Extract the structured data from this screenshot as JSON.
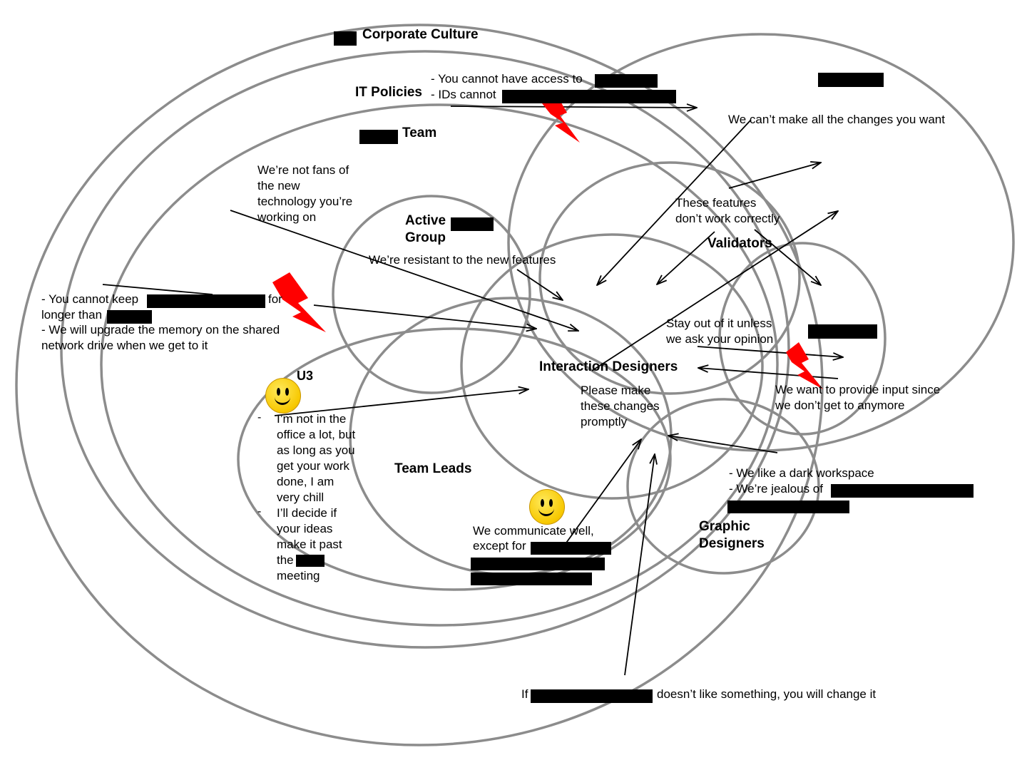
{
  "diagram": {
    "labels": {
      "corporate_culture": "Corporate Culture",
      "it_policies": "IT Policies",
      "team": "Team",
      "active_group_line1": "Active",
      "active_group_line2": "Group",
      "validators": "Validators",
      "interaction_designers": "Interaction Designers",
      "team_leads": "Team Leads",
      "graphic_designers_line1": "Graphic",
      "graphic_designers_line2": "Designers",
      "u3": "U3"
    },
    "notes": {
      "it_access": "- You cannot have access to",
      "it_ids": "- IDs cannot",
      "cant_make_changes": "We can’t make all the changes you want",
      "not_fans": [
        "We’re not fans of",
        "the new",
        "technology you’re",
        "working on"
      ],
      "features_wrong": [
        "These features",
        "don’t work correctly"
      ],
      "resistant": "We’re resistant to the new features",
      "cannot_keep_a": "- You cannot keep",
      "cannot_keep_b": "for",
      "longer_than": "longer than",
      "upgrade_memory_1": "- We will upgrade the memory on the shared",
      "upgrade_memory_2": "network drive when we get to it",
      "stay_out": [
        "Stay out of it unless",
        "we ask your opinion"
      ],
      "provide_input": [
        "We want to provide input since",
        "we don’t get to anymore"
      ],
      "please_make": [
        "Please make",
        "these changes",
        "promptly"
      ],
      "u3_items": [
        [
          "I’m not in the",
          "office a lot, but",
          "as long as you",
          "get your work",
          "done, I am",
          "very chill"
        ],
        [
          " I’ll decide if",
          "your ideas",
          "make it past",
          "the",
          "meeting"
        ]
      ],
      "dark_workspace": "- We like a dark workspace",
      "jealous": "- We’re jealous of",
      "communicate": [
        "We communicate well,",
        "except for"
      ],
      "if_text": "If",
      "doesnt_like": "doesn’t like something, you will change it"
    },
    "icons": [
      "lightning-bolt-icon",
      "smiley-face-icon"
    ],
    "colors": {
      "ring": "#8c8c8c",
      "arrow": "#000000",
      "bolt": "#ff0000",
      "smiley": "#f7c800",
      "redaction": "#000000"
    }
  }
}
